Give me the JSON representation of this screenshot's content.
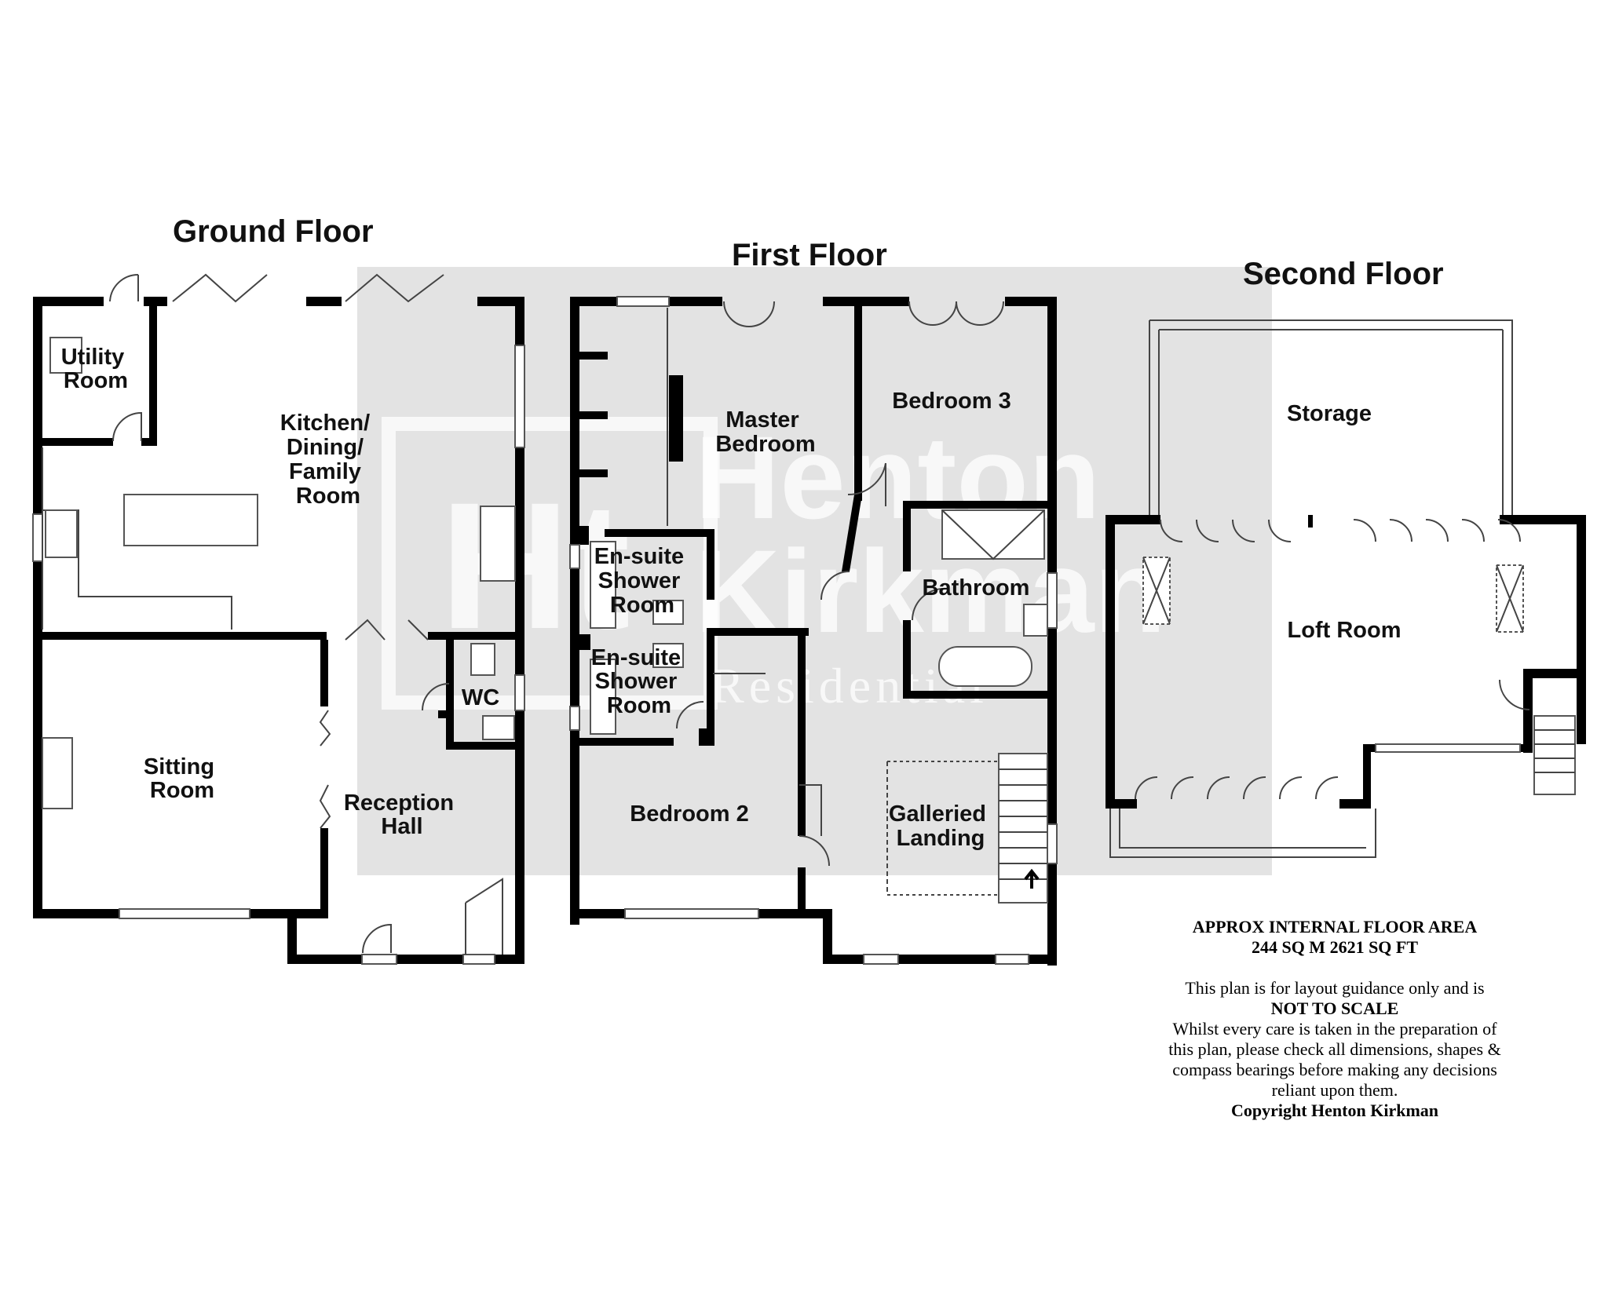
{
  "floors": {
    "ground": "Ground Floor",
    "first": "First Floor",
    "second": "Second Floor"
  },
  "rooms": {
    "utility": [
      "Utility",
      "Room"
    ],
    "kitchen": [
      "Kitchen/",
      "Dining/",
      "Family",
      "Room"
    ],
    "sitting": [
      "Sitting",
      "Room"
    ],
    "wc": [
      "WC"
    ],
    "reception": [
      "Reception",
      "Hall"
    ],
    "master": [
      "Master",
      "Bedroom"
    ],
    "ensuite1": [
      "En-suite",
      "Shower",
      "Room"
    ],
    "ensuite2": [
      "En-suite",
      "Shower",
      "Room"
    ],
    "bedroom3": [
      "Bedroom 3"
    ],
    "bathroom": [
      "Bathroom"
    ],
    "bedroom2": [
      "Bedroom 2"
    ],
    "landing": [
      "Galleried",
      "Landing"
    ],
    "storage": [
      "Storage"
    ],
    "loft": [
      "Loft Room"
    ]
  },
  "watermark": {
    "logo_mark": "Ht",
    "line1": "Henton",
    "line2": "Kirkman",
    "line3": "Residential"
  },
  "notes": {
    "area_title": "APPROX INTERNAL FLOOR AREA",
    "area_value": "244 SQ M 2621 SQ FT",
    "disclaimer_1": "This plan is for layout guidance only and is",
    "disclaimer_bold": "NOT TO SCALE",
    "disclaimer_2": "Whilst every care is taken in the preparation of",
    "disclaimer_3": "this plan, please check all dimensions, shapes &",
    "disclaimer_4": "compass bearings before making any decisions",
    "disclaimer_5": "reliant upon them.",
    "copyright": "Copyright Henton Kirkman"
  },
  "colors": {
    "wall": "#000000",
    "watermark_panel": "#e3e3e3",
    "text": "#111111"
  }
}
